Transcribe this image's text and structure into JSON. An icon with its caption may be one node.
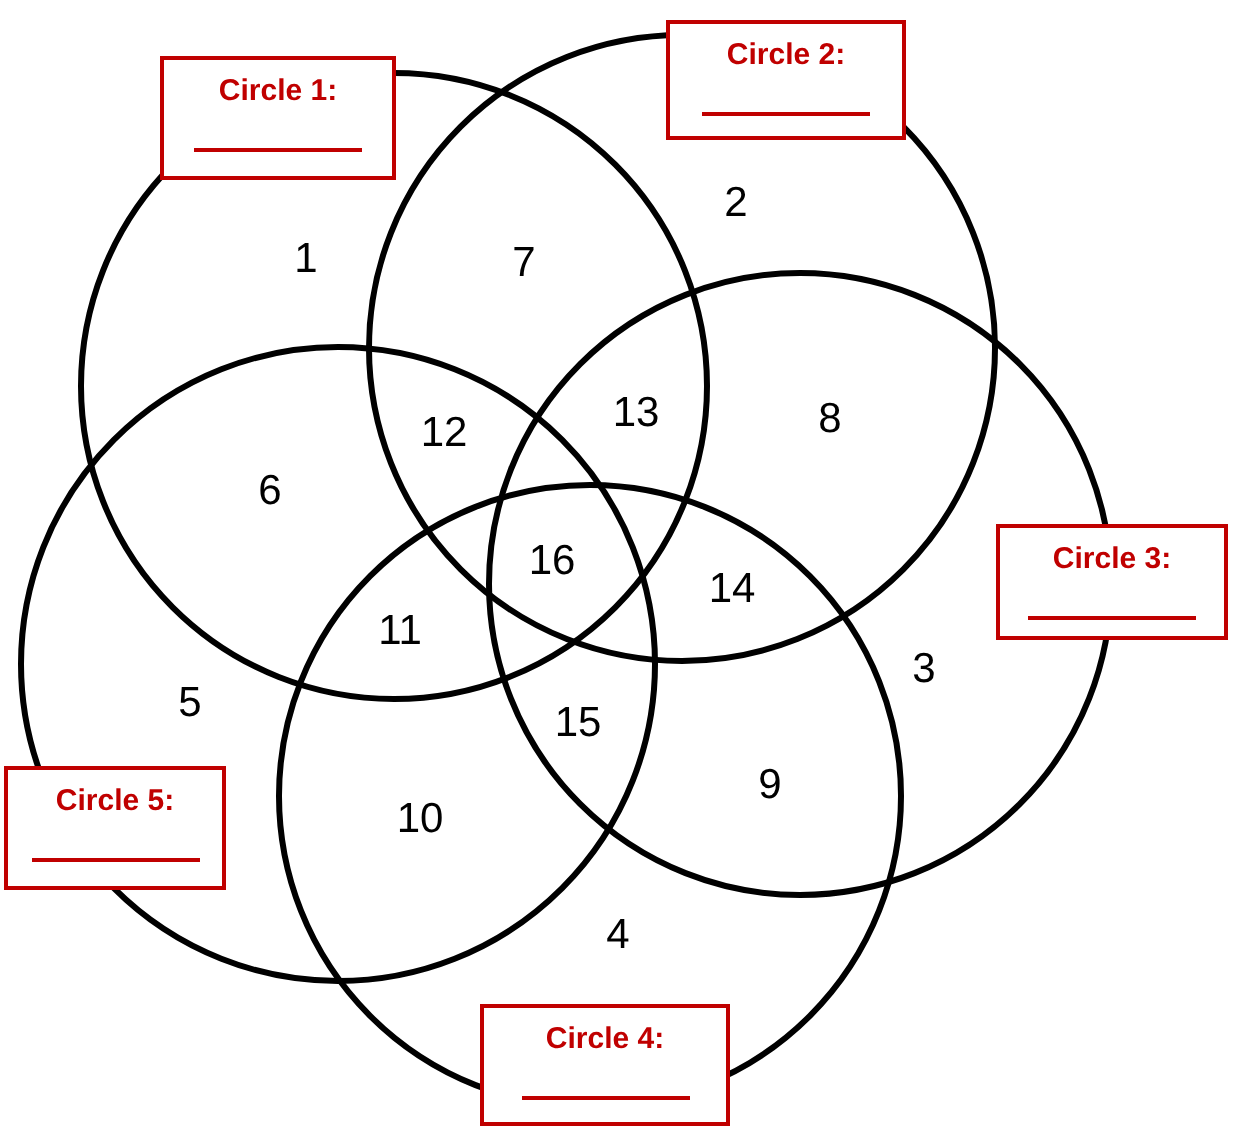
{
  "diagram": {
    "nodes": [
      {
        "text": [],
        "shape": "circle"
      },
      {
        "text": [],
        "shape": "circle"
      },
      {
        "text": [],
        "shape": "circle"
      },
      {
        "text": [],
        "shape": "circle"
      },
      {
        "text": [],
        "shape": "circle"
      },
      {
        "text": [
          "Circle 1:"
        ]
      },
      {
        "text": [
          "Circle 2:"
        ]
      },
      {
        "text": [
          "Circle 3:"
        ]
      },
      {
        "text": [
          "Circle 4:"
        ]
      },
      {
        "text": [
          "Circle 5:"
        ]
      }
    ],
    "labels": [
      "2",
      "1",
      "7",
      "13",
      "12",
      "8",
      "6",
      "16",
      "14",
      "11",
      "3",
      "5",
      "15",
      "9",
      "10",
      "4"
    ]
  }
}
